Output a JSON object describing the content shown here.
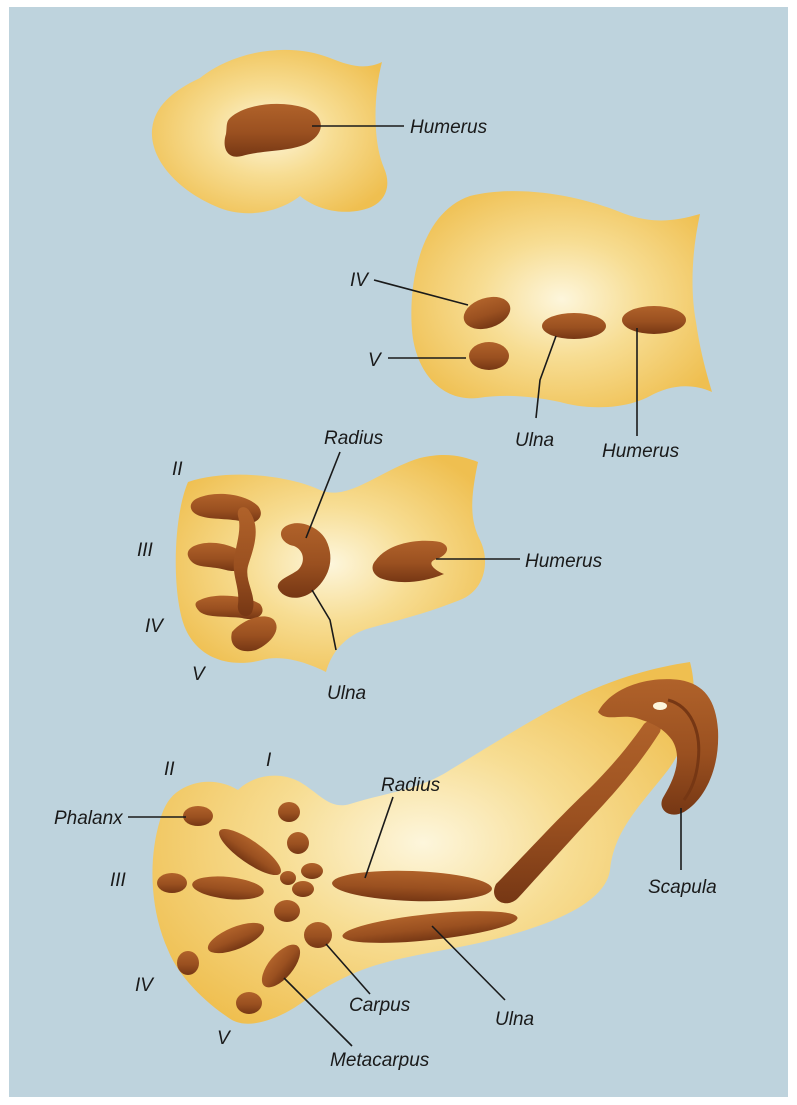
{
  "colors": {
    "background": "#bed3dd",
    "frame": "#ffffff",
    "tissue_outer": "#efbf50",
    "tissue_mid": "#f7dd93",
    "tissue_inner": "#fdf6dc",
    "bone": "#9a5020",
    "bone_dark": "#763714",
    "label": "#1a1a1a"
  },
  "stage1": {
    "humerus_label": "Humerus"
  },
  "stage2": {
    "digit_iv_label": "IV",
    "digit_v_label": "V",
    "ulna_label": "Ulna",
    "humerus_label": "Humerus"
  },
  "stage3": {
    "radius_label": "Radius",
    "digit_ii_label": "II",
    "digit_iii_label": "III",
    "digit_iv_label": "IV",
    "digit_v_label": "V",
    "ulna_label": "Ulna",
    "humerus_label": "Humerus"
  },
  "stage4": {
    "digit_i_label": "I",
    "digit_ii_label": "II",
    "digit_iii_label": "III",
    "digit_iv_label": "IV",
    "digit_v_label": "V",
    "phalanx_label": "Phalanx",
    "radius_label": "Radius",
    "scapula_label": "Scapula",
    "carpus_label": "Carpus",
    "ulna_label": "Ulna",
    "metacarpus_label": "Metacarpus"
  }
}
